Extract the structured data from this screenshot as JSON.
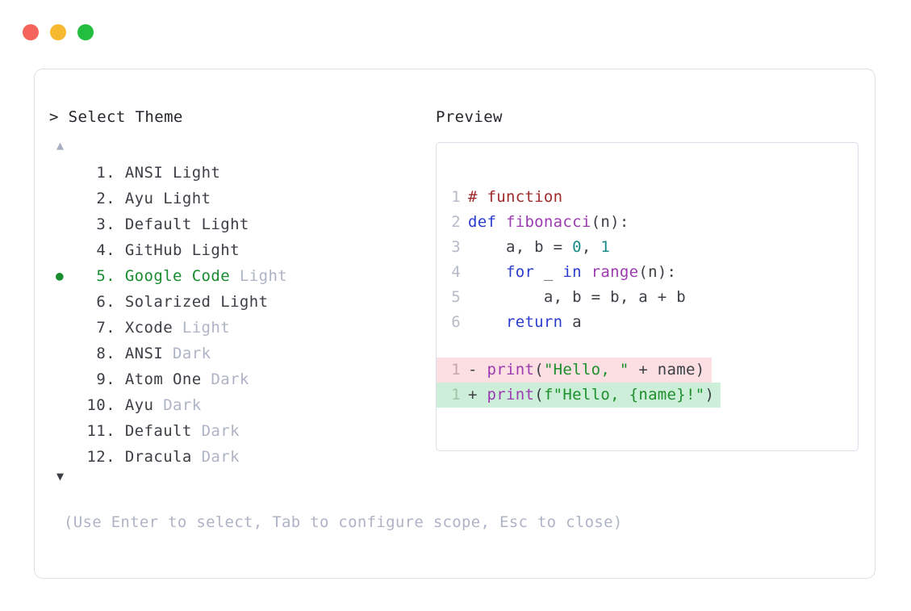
{
  "window": {
    "traffic_lights": [
      {
        "name": "close",
        "color": "#f4645a"
      },
      {
        "name": "minimize",
        "color": "#f5b82e"
      },
      {
        "name": "maximize",
        "color": "#22bf3f"
      }
    ]
  },
  "chooser": {
    "prompt": "> Select Theme",
    "scroll_up_icon": "▲",
    "scroll_down_icon": "▼",
    "selected_index": 5,
    "bullet_icon": "●",
    "items": [
      {
        "num": "1.",
        "name": "ANSI",
        "variant": "Light",
        "selected": false,
        "variant_dim": false
      },
      {
        "num": "2.",
        "name": "Ayu",
        "variant": "Light",
        "selected": false,
        "variant_dim": false
      },
      {
        "num": "3.",
        "name": "Default",
        "variant": "Light",
        "selected": false,
        "variant_dim": false
      },
      {
        "num": "4.",
        "name": "GitHub",
        "variant": "Light",
        "selected": false,
        "variant_dim": false
      },
      {
        "num": "5.",
        "name": "Google Code",
        "variant": "Light",
        "selected": true,
        "variant_dim": true
      },
      {
        "num": "6.",
        "name": "Solarized",
        "variant": "Light",
        "selected": false,
        "variant_dim": false
      },
      {
        "num": "7.",
        "name": "Xcode",
        "variant": "Light",
        "selected": false,
        "variant_dim": true
      },
      {
        "num": "8.",
        "name": "ANSI",
        "variant": "Dark",
        "selected": false,
        "variant_dim": true
      },
      {
        "num": "9.",
        "name": "Atom One",
        "variant": "Dark",
        "selected": false,
        "variant_dim": true
      },
      {
        "num": "10.",
        "name": "Ayu",
        "variant": "Dark",
        "selected": false,
        "variant_dim": true
      },
      {
        "num": "11.",
        "name": "Default",
        "variant": "Dark",
        "selected": false,
        "variant_dim": true
      },
      {
        "num": "12.",
        "name": "Dracula",
        "variant": "Dark",
        "selected": false,
        "variant_dim": true
      }
    ],
    "hint": "(Use Enter to select, Tab to configure scope, Esc to close)"
  },
  "preview": {
    "title": "Preview",
    "code_lines": [
      {
        "ln": "1",
        "tokens": [
          {
            "t": "# function",
            "c": "t-comment"
          }
        ]
      },
      {
        "ln": "2",
        "tokens": [
          {
            "t": "def ",
            "c": "t-kw"
          },
          {
            "t": "fibonacci",
            "c": "t-fn"
          },
          {
            "t": "(n):",
            "c": "t-plain"
          }
        ]
      },
      {
        "ln": "3",
        "tokens": [
          {
            "t": "    a, b = ",
            "c": "t-plain"
          },
          {
            "t": "0",
            "c": "t-num"
          },
          {
            "t": ", ",
            "c": "t-plain"
          },
          {
            "t": "1",
            "c": "t-num"
          }
        ]
      },
      {
        "ln": "4",
        "tokens": [
          {
            "t": "    ",
            "c": "t-plain"
          },
          {
            "t": "for",
            "c": "t-kw"
          },
          {
            "t": " _ ",
            "c": "t-plain"
          },
          {
            "t": "in",
            "c": "t-kw"
          },
          {
            "t": " ",
            "c": "t-plain"
          },
          {
            "t": "range",
            "c": "t-fn"
          },
          {
            "t": "(n):",
            "c": "t-plain"
          }
        ]
      },
      {
        "ln": "5",
        "tokens": [
          {
            "t": "        a, b = b, a + b",
            "c": "t-plain"
          }
        ]
      },
      {
        "ln": "6",
        "tokens": [
          {
            "t": "    ",
            "c": "t-plain"
          },
          {
            "t": "return",
            "c": "t-kw"
          },
          {
            "t": " a",
            "c": "t-plain"
          }
        ]
      }
    ],
    "diff_lines": [
      {
        "kind": "minus",
        "ln": "1",
        "sign": "-",
        "bg": "#fbdfe2",
        "tokens": [
          {
            "t": "print",
            "c": "t-fn"
          },
          {
            "t": "(",
            "c": "t-plain"
          },
          {
            "t": "\"Hello, \"",
            "c": "t-str"
          },
          {
            "t": " + name)",
            "c": "t-plain"
          }
        ]
      },
      {
        "kind": "plus",
        "ln": "1",
        "sign": "+",
        "bg": "#cdeed8",
        "tokens": [
          {
            "t": "print",
            "c": "t-fn"
          },
          {
            "t": "(",
            "c": "t-plain"
          },
          {
            "t": "f\"Hello, {name}!\"",
            "c": "t-str"
          },
          {
            "t": ")",
            "c": "t-plain"
          }
        ]
      }
    ]
  },
  "colors": {
    "panel_border": "#dcdfe8",
    "text": "#3c3f45",
    "muted": "#aeb4c6",
    "accent_green": "#188c2e",
    "diff_add_bg": "#cdeed8",
    "diff_del_bg": "#fbdfe2"
  }
}
